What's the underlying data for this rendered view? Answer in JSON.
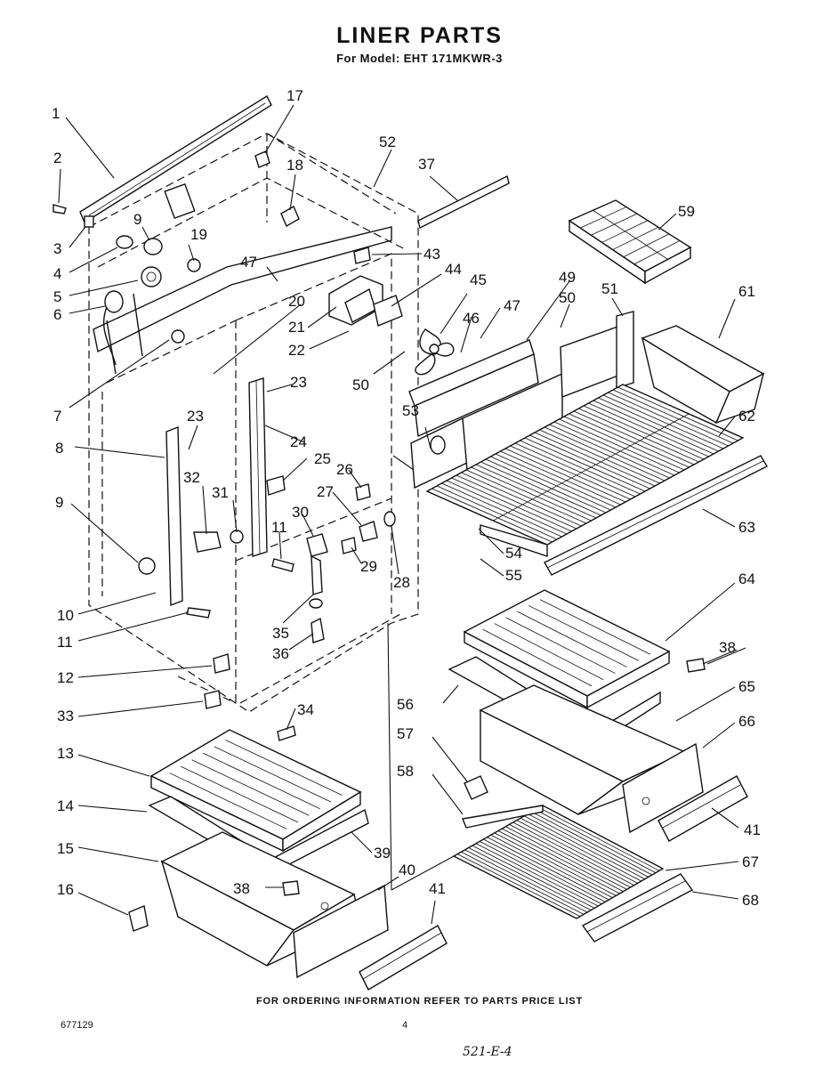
{
  "header": {
    "title": "LINER PARTS",
    "subtitle": "For Model: EHT 171MKWR-3"
  },
  "footer": {
    "note": "FOR ORDERING INFORMATION REFER TO PARTS PRICE LIST",
    "doc_number": "677129",
    "page_number": "4",
    "handwritten": "521-E-4"
  },
  "callouts": [
    {
      "id": "c1",
      "label": "1"
    },
    {
      "id": "c2",
      "label": "2"
    },
    {
      "id": "c3",
      "label": "3"
    },
    {
      "id": "c4",
      "label": "4"
    },
    {
      "id": "c5",
      "label": "5"
    },
    {
      "id": "c6",
      "label": "6"
    },
    {
      "id": "c7",
      "label": "7"
    },
    {
      "id": "c8",
      "label": "8"
    },
    {
      "id": "c9a",
      "label": "9"
    },
    {
      "id": "c9b",
      "label": "9"
    },
    {
      "id": "c10",
      "label": "10"
    },
    {
      "id": "c11a",
      "label": "11"
    },
    {
      "id": "c11b",
      "label": "11"
    },
    {
      "id": "c12",
      "label": "12"
    },
    {
      "id": "c13",
      "label": "13"
    },
    {
      "id": "c14",
      "label": "14"
    },
    {
      "id": "c15",
      "label": "15"
    },
    {
      "id": "c16",
      "label": "16"
    },
    {
      "id": "c17",
      "label": "17"
    },
    {
      "id": "c18",
      "label": "18"
    },
    {
      "id": "c19",
      "label": "19"
    },
    {
      "id": "c20",
      "label": "20"
    },
    {
      "id": "c21",
      "label": "21"
    },
    {
      "id": "c22",
      "label": "22"
    },
    {
      "id": "c23a",
      "label": "23"
    },
    {
      "id": "c23b",
      "label": "23"
    },
    {
      "id": "c24",
      "label": "24"
    },
    {
      "id": "c25",
      "label": "25"
    },
    {
      "id": "c26",
      "label": "26"
    },
    {
      "id": "c27",
      "label": "27"
    },
    {
      "id": "c28",
      "label": "28"
    },
    {
      "id": "c29",
      "label": "29"
    },
    {
      "id": "c30",
      "label": "30"
    },
    {
      "id": "c31",
      "label": "31"
    },
    {
      "id": "c32",
      "label": "32"
    },
    {
      "id": "c33",
      "label": "33"
    },
    {
      "id": "c34",
      "label": "34"
    },
    {
      "id": "c35",
      "label": "35"
    },
    {
      "id": "c36",
      "label": "36"
    },
    {
      "id": "c37",
      "label": "37"
    },
    {
      "id": "c38a",
      "label": "38"
    },
    {
      "id": "c38b",
      "label": "38"
    },
    {
      "id": "c39",
      "label": "39"
    },
    {
      "id": "c40",
      "label": "40"
    },
    {
      "id": "c41a",
      "label": "41"
    },
    {
      "id": "c41b",
      "label": "41"
    },
    {
      "id": "c43",
      "label": "43"
    },
    {
      "id": "c44",
      "label": "44"
    },
    {
      "id": "c45",
      "label": "45"
    },
    {
      "id": "c46",
      "label": "46"
    },
    {
      "id": "c47a",
      "label": "47"
    },
    {
      "id": "c47b",
      "label": "47"
    },
    {
      "id": "c49",
      "label": "49"
    },
    {
      "id": "c50a",
      "label": "50"
    },
    {
      "id": "c50b",
      "label": "50"
    },
    {
      "id": "c51",
      "label": "51"
    },
    {
      "id": "c52",
      "label": "52"
    },
    {
      "id": "c53",
      "label": "53"
    },
    {
      "id": "c54",
      "label": "54"
    },
    {
      "id": "c55",
      "label": "55"
    },
    {
      "id": "c56",
      "label": "56"
    },
    {
      "id": "c57",
      "label": "57"
    },
    {
      "id": "c58",
      "label": "58"
    },
    {
      "id": "c59",
      "label": "59"
    },
    {
      "id": "c61",
      "label": "61"
    },
    {
      "id": "c62",
      "label": "62"
    },
    {
      "id": "c63",
      "label": "63"
    },
    {
      "id": "c64",
      "label": "64"
    },
    {
      "id": "c65",
      "label": "65"
    },
    {
      "id": "c66",
      "label": "66"
    },
    {
      "id": "c67",
      "label": "67"
    },
    {
      "id": "c68",
      "label": "68"
    }
  ]
}
